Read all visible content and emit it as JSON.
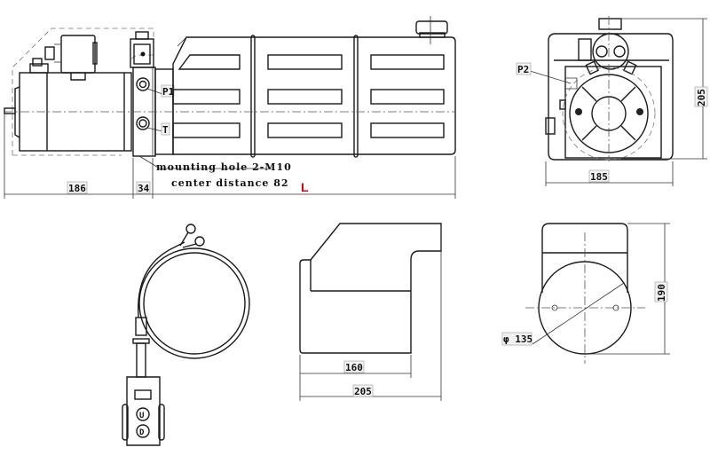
{
  "drawing": {
    "title": "Hydraulic power unit dimension drawing",
    "side_view": {
      "port_labels": {
        "p1": "P1",
        "t": "T"
      },
      "note_line1": "mounting hole 2-M10",
      "note_line2": "center distance 82",
      "dimensions": {
        "motor_length": "186",
        "block_width": "34",
        "overall_length": "L"
      }
    },
    "end_view": {
      "port_label": "P2",
      "dimensions": {
        "width": "185",
        "height": "205"
      }
    },
    "tank_view": {
      "dimensions": {
        "inner_length": "160",
        "outer_length": "205"
      }
    },
    "motor_end_view": {
      "dimensions": {
        "diameter": "φ 135",
        "height": "190"
      }
    },
    "pendant": {
      "buttons": {
        "up": "U",
        "down": "D"
      }
    }
  },
  "colors": {
    "line": "#1a1a1a",
    "accent": "#e00000",
    "background": "#ffffff"
  }
}
